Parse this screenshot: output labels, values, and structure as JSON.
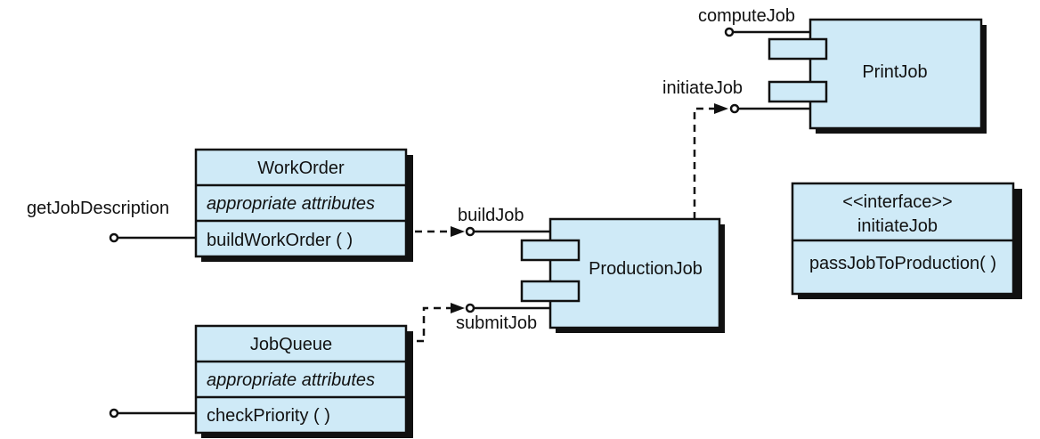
{
  "work_order": {
    "title": "WorkOrder",
    "attributes": "appropriate attributes",
    "operation": "buildWorkOrder ( )",
    "interface": "getJobDescription"
  },
  "job_queue": {
    "title": "JobQueue",
    "attributes": "appropriate attributes",
    "operation": "checkPriority ( )"
  },
  "production_job": {
    "title": "ProductionJob",
    "port_build": "buildJob",
    "port_submit": "submitJob"
  },
  "print_job": {
    "title": "PrintJob",
    "port_compute": "computeJob",
    "port_initiate": "initiateJob"
  },
  "interface_box": {
    "stereotype": "<<interface>>",
    "name": "initiateJob",
    "operation": "passJobToProduction( )"
  },
  "colors": {
    "box_fill": "#cfeaf7",
    "stroke": "#111111"
  }
}
